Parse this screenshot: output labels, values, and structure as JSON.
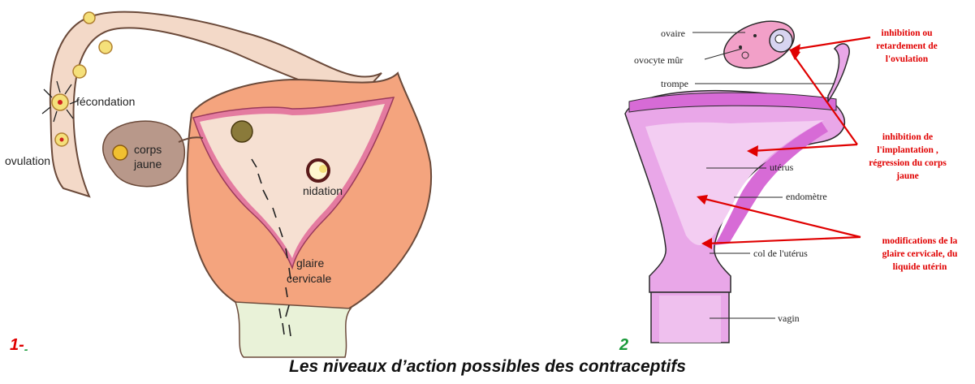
{
  "figure1": {
    "number": "1-",
    "number_suffix": "-",
    "labels": {
      "fecondation": "fécondation",
      "ovulation": "ovulation",
      "corps": "corps",
      "jaune": "jaune",
      "nidation": "nidation",
      "glaire": "glaire",
      "cervicale": "cervicale"
    }
  },
  "figure2": {
    "number": "2",
    "labels": {
      "ovaire": "ovaire",
      "ovocyte": "ovocyte mûr",
      "trompe": "trompe",
      "uterus": "utérus",
      "endometre": "endomètre",
      "col": "col de l'utérus",
      "vagin": "vagin"
    },
    "annotations": {
      "a1": [
        "inhibition ou",
        "retardement de",
        "l'ovulation"
      ],
      "a2": [
        "inhibition de",
        "l'implantation ,",
        "régression du corps",
        "jaune"
      ],
      "a3": [
        "modifications de la",
        "glaire cervicale, du",
        "liquide utérin"
      ]
    }
  },
  "caption": "Les niveaux d’action possibles des contraceptifs",
  "colors": {
    "annotation_red": "#e00000",
    "number1": "#e00000",
    "number2": "#1a9a3a"
  }
}
